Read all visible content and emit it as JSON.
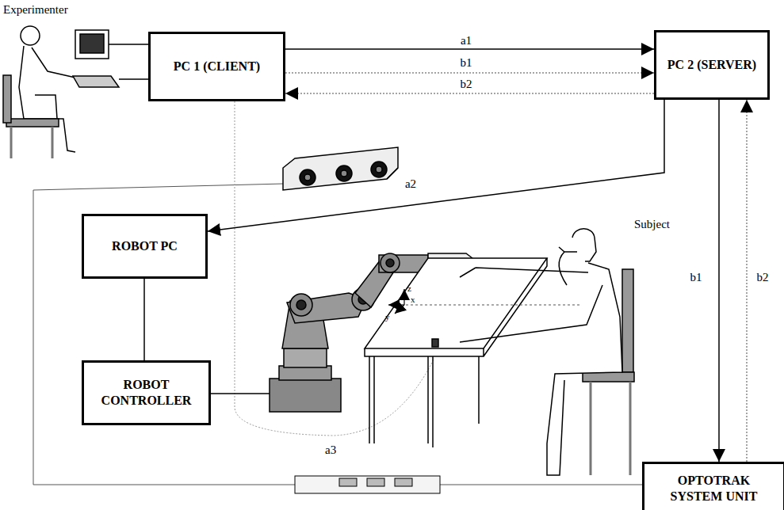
{
  "diagram": {
    "nodes": [
      {
        "text": [
          "PC 1 (CLIENT)"
        ]
      },
      {
        "text": [
          "PC 2 (SERVER)"
        ]
      },
      {
        "text": [
          "ROBOT PC"
        ]
      },
      {
        "text": [
          "ROBOT CONTROLLER"
        ]
      },
      {
        "text": [
          "OPTOTRAK SYSTEM UNIT"
        ]
      }
    ],
    "edges": [
      {
        "from": 0,
        "to": 1,
        "label": "a1",
        "arrow": "to"
      },
      {
        "from": 0,
        "to": 1,
        "label": "b1",
        "arrow": "to"
      },
      {
        "from": 1,
        "to": 0,
        "label": "b2",
        "arrow": "to"
      },
      {
        "from": 1,
        "to": 2,
        "label": "a2",
        "arrow": "to"
      },
      {
        "from": 1,
        "to": 4,
        "label": "b1",
        "arrow": "to"
      },
      {
        "from": 4,
        "to": 1,
        "label": "b2",
        "arrow": "to"
      },
      {
        "from": 2,
        "to": 3,
        "arrow": "none"
      }
    ],
    "labels": [
      "Experimenter",
      "Subject",
      "z",
      "x",
      "y",
      "a3"
    ]
  }
}
